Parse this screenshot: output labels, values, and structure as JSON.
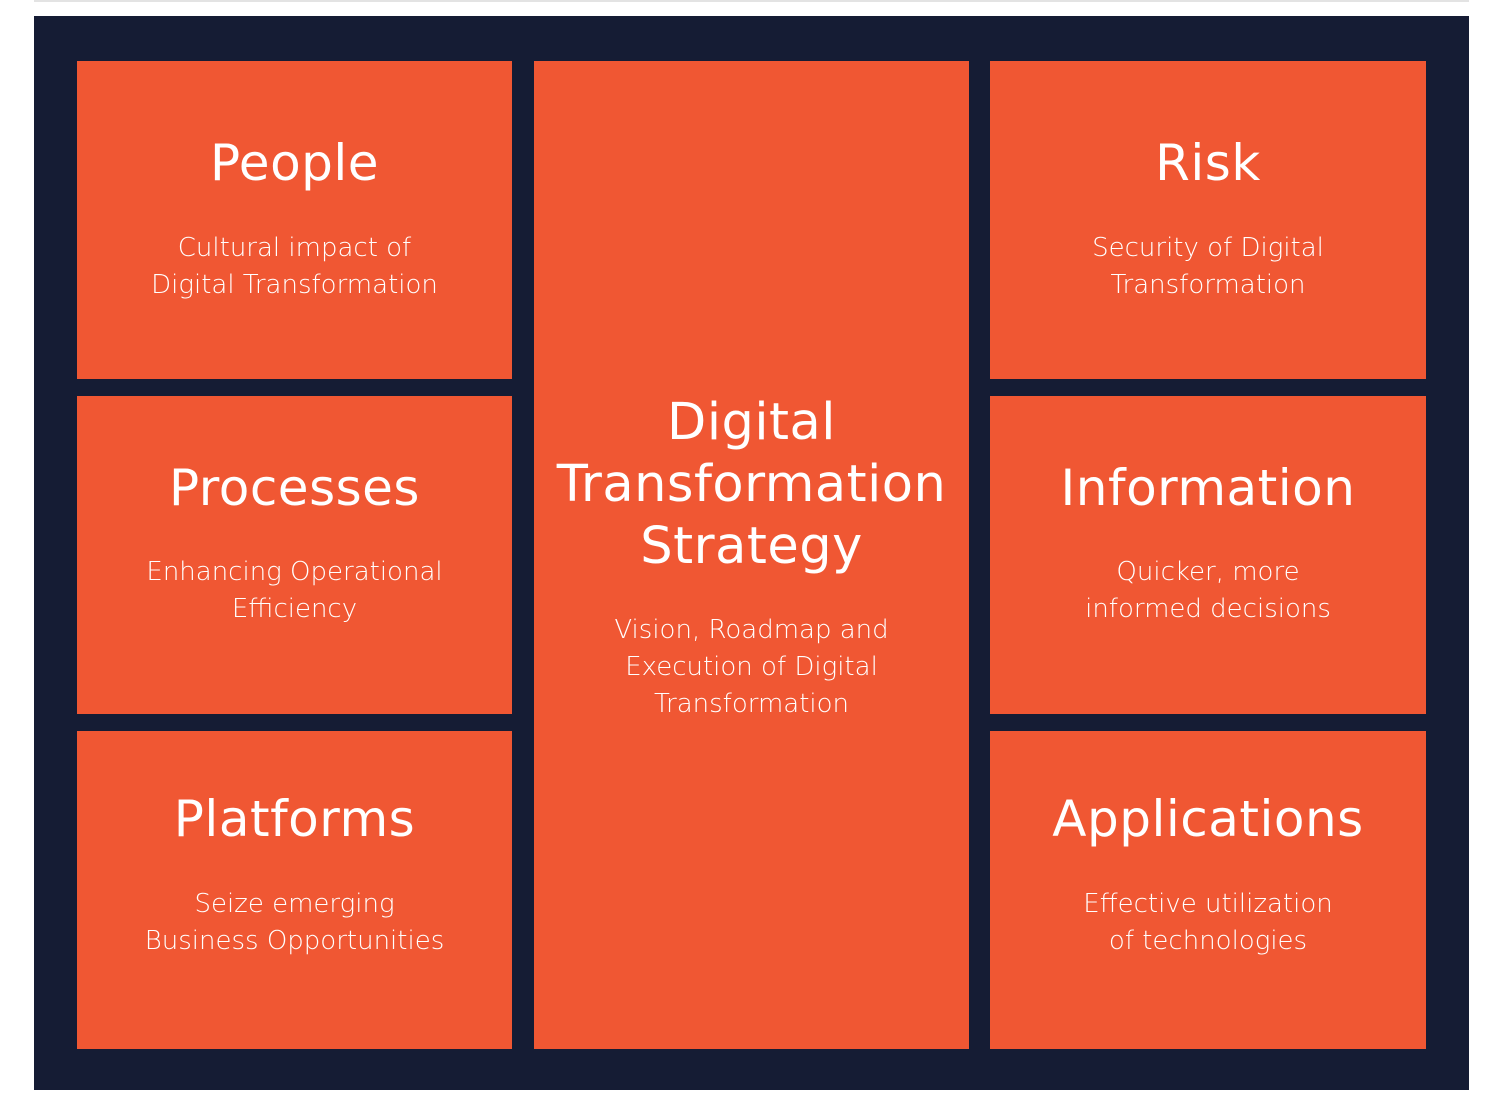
{
  "colors": {
    "cell": "#F05733",
    "frame": "#151C34",
    "text": "#FFFFFF"
  },
  "center": {
    "title_lines": [
      "Digital",
      "Transformation",
      "Strategy"
    ],
    "desc_lines": [
      "Vision, Roadmap and",
      "Execution of Digital",
      "Transformation"
    ]
  },
  "left": [
    {
      "title": "People",
      "desc_lines": [
        "Cultural impact of",
        "Digital Transformation"
      ]
    },
    {
      "title": "Processes",
      "desc_lines": [
        "Enhancing Operational",
        "Efficiency"
      ]
    },
    {
      "title": "Platforms",
      "desc_lines": [
        "Seize emerging",
        "Business Opportunities"
      ]
    }
  ],
  "right": [
    {
      "title": "Risk",
      "desc_lines": [
        "Security of Digital",
        "Transformation"
      ]
    },
    {
      "title": "Information",
      "desc_lines": [
        "Quicker, more",
        "informed decisions"
      ]
    },
    {
      "title": "Applications",
      "desc_lines": [
        "Effective utilization",
        "of technologies"
      ]
    }
  ]
}
